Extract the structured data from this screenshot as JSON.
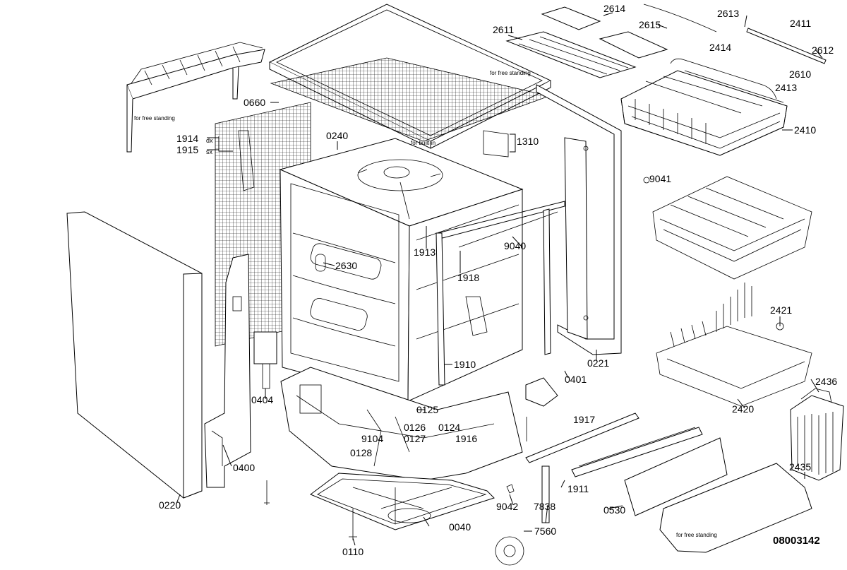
{
  "drawing_number": "08003142",
  "notes": {
    "free_standing_top": "for free standing",
    "free_standing_left": "for free standing",
    "free_standing_bottom": "for free standing",
    "built_in": "for built-in"
  },
  "suffix": {
    "dx": "dx",
    "sx": "sx"
  },
  "parts": {
    "p0660": "0660",
    "p0240": "0240",
    "p1914": "1914",
    "p1915": "1915",
    "p1310": "1310",
    "p2611": "2611",
    "p2614": "2614",
    "p2615": "2615",
    "p2613": "2613",
    "p2411": "2411",
    "p2414": "2414",
    "p2612": "2612",
    "p2610": "2610",
    "p2413": "2413",
    "p2410": "2410",
    "p9041": "9041",
    "p2630": "2630",
    "p1913": "1913",
    "p9040": "9040",
    "p1918": "1918",
    "p2421": "2421",
    "p0221": "0221",
    "p0401": "0401",
    "p1910": "1910",
    "p0404": "0404",
    "p2436": "2436",
    "p2420": "2420",
    "p0125": "0125",
    "p0126": "0126",
    "p0124": "0124",
    "p0127": "0127",
    "p1916": "1916",
    "p9104": "9104",
    "p0128": "0128",
    "p1917": "1917",
    "p2435": "2435",
    "p0400": "0400",
    "p1911": "1911",
    "p9042": "9042",
    "p7838": "7838",
    "p0530": "0530",
    "p0220": "0220",
    "p0040": "0040",
    "p7560": "7560",
    "p0110": "0110"
  }
}
